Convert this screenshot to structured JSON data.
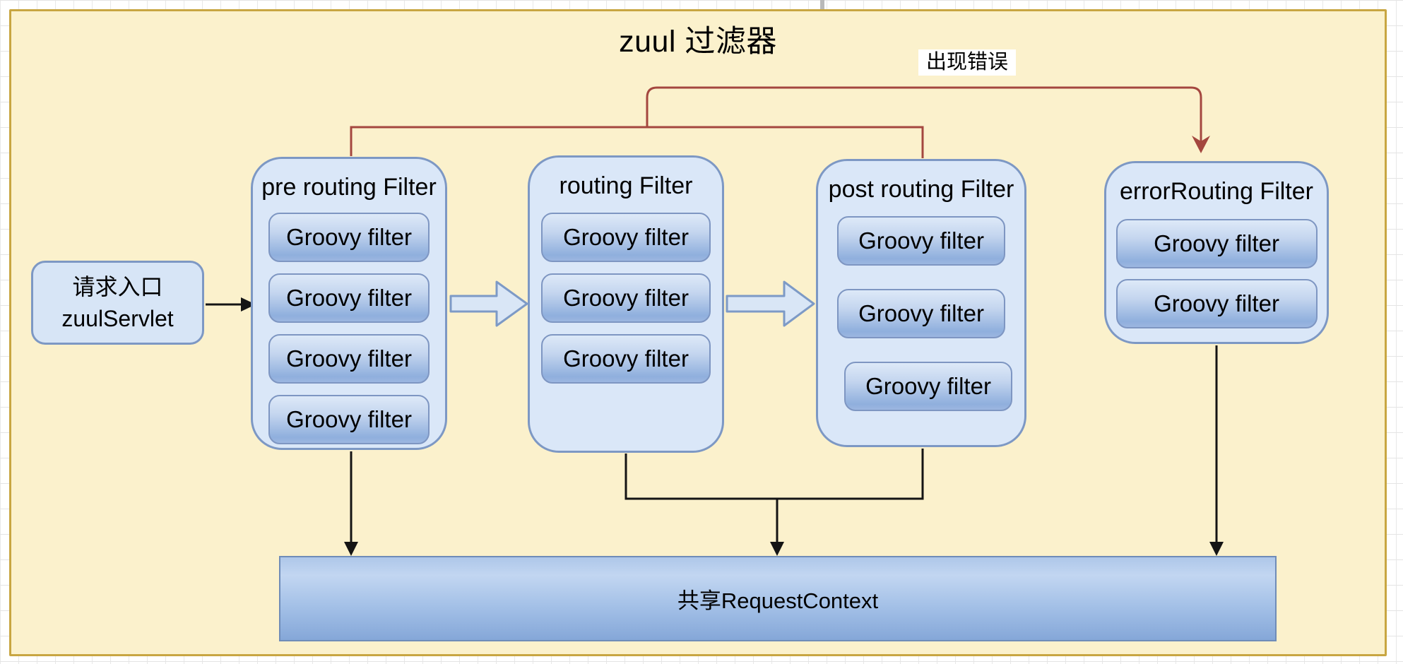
{
  "diagram": {
    "title": "zuul 过滤器",
    "error_label": "出现错误",
    "entry_box": {
      "line1": "请求入口",
      "line2": "zuulServlet"
    },
    "filter_columns": [
      {
        "label": "pre routing Filter",
        "groovy_filters": [
          "Groovy filter",
          "Groovy filter",
          "Groovy filter",
          "Groovy filter"
        ]
      },
      {
        "label": "routing Filter",
        "groovy_filters": [
          "Groovy filter",
          "Groovy filter",
          "Groovy filter"
        ]
      },
      {
        "label": "post routing Filter",
        "groovy_filters": [
          "Groovy filter",
          "Groovy filter",
          "Groovy filter"
        ]
      },
      {
        "label": "errorRouting Filter",
        "groovy_filters": [
          "Groovy filter",
          "Groovy filter"
        ]
      }
    ],
    "shared_context_bar": "共享RequestContext",
    "colors": {
      "canvas_fill": "#FBF1CC",
      "canvas_border": "#C8A642",
      "column_fill": "#DAE7F8",
      "column_border": "#7D98C4",
      "groovy_fill_top": "#DDE9F8",
      "groovy_fill_bottom": "#8FAFDD",
      "bar_fill_top": "#BED3EE",
      "bar_fill_bottom": "#85A7D8",
      "error_line": "#A4473F",
      "connector": "#141414"
    }
  }
}
